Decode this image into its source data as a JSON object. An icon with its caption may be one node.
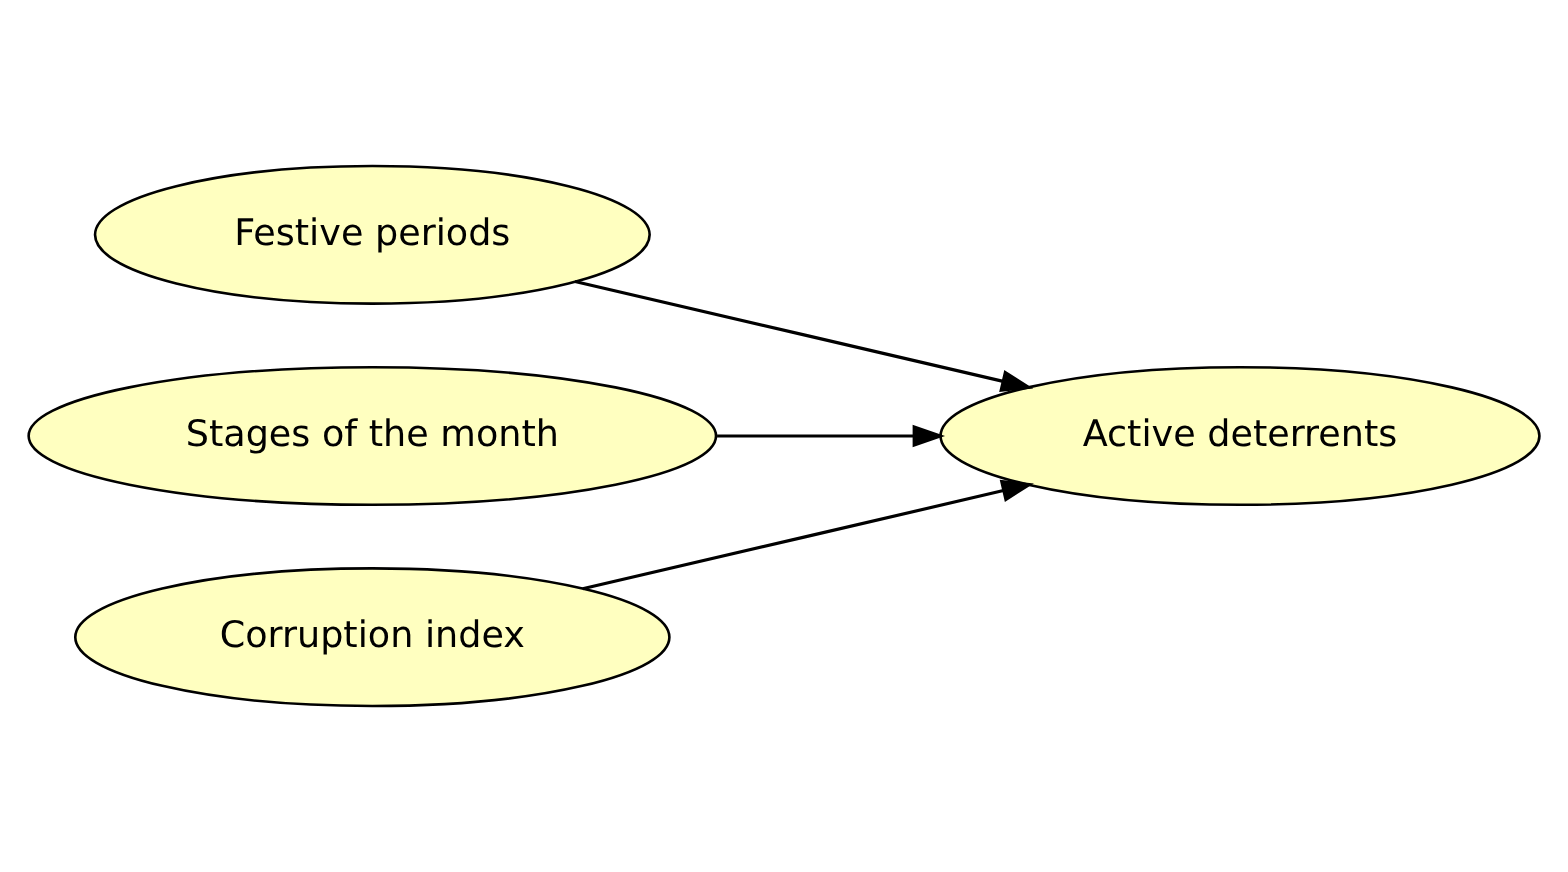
{
  "diagram": {
    "nodes": [
      {
        "text": [
          "Festive periods"
        ]
      },
      {
        "text": [
          "Stages of the month"
        ]
      },
      {
        "text": [
          "Corruption index"
        ]
      },
      {
        "text": [
          "Active deterrents"
        ]
      }
    ],
    "edges": [
      {
        "from": 0,
        "to": 3,
        "arrow": "to"
      },
      {
        "from": 1,
        "to": 3,
        "arrow": "to"
      },
      {
        "from": 2,
        "to": 3,
        "arrow": "to"
      }
    ]
  }
}
